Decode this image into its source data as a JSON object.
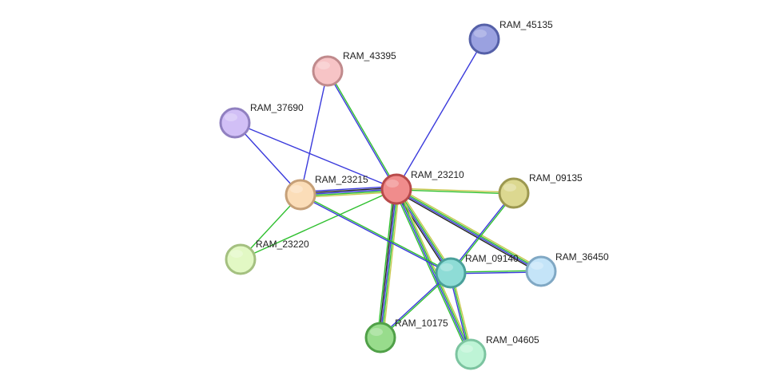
{
  "nodes": [
    {
      "id": "RAM_23210",
      "label": "RAM_23210",
      "color": "#f08c8c",
      "stroke": "#b84a4a"
    },
    {
      "id": "RAM_45135",
      "label": "RAM_45135",
      "color": "#9aa1e0",
      "stroke": "#5560a8"
    },
    {
      "id": "RAM_43395",
      "label": "RAM_43395",
      "color": "#f7c4c6",
      "stroke": "#c08a8c"
    },
    {
      "id": "RAM_37690",
      "label": "RAM_37690",
      "color": "#d1bff6",
      "stroke": "#9080c0"
    },
    {
      "id": "RAM_23215",
      "label": "RAM_23215",
      "color": "#fbddb8",
      "stroke": "#c6a078"
    },
    {
      "id": "RAM_09135",
      "label": "RAM_09135",
      "color": "#dcd890",
      "stroke": "#9c9850"
    },
    {
      "id": "RAM_23220",
      "label": "RAM_23220",
      "color": "#e2f8c4",
      "stroke": "#a4c080"
    },
    {
      "id": "RAM_09140",
      "label": "RAM_09140",
      "color": "#8edcd6",
      "stroke": "#4aa09a"
    },
    {
      "id": "RAM_36450",
      "label": "RAM_36450",
      "color": "#c4e4f8",
      "stroke": "#80a8c4"
    },
    {
      "id": "RAM_10175",
      "label": "RAM_10175",
      "color": "#98dc8c",
      "stroke": "#50a048"
    },
    {
      "id": "RAM_04605",
      "label": "RAM_04605",
      "color": "#bef4d6",
      "stroke": "#7cc4a0"
    }
  ],
  "edges": [
    {
      "source": "RAM_23210",
      "target": "RAM_45135",
      "colors": [
        "#3a3adc"
      ]
    },
    {
      "source": "RAM_23210",
      "target": "RAM_43395",
      "colors": [
        "#3a3adc",
        "#30c030"
      ]
    },
    {
      "source": "RAM_23210",
      "target": "RAM_37690",
      "colors": [
        "#3a3adc"
      ]
    },
    {
      "source": "RAM_23210",
      "target": "RAM_23215",
      "colors": [
        "#c8c850",
        "#30c030",
        "#3a3adc",
        "#222222",
        "#3a3adc"
      ]
    },
    {
      "source": "RAM_23210",
      "target": "RAM_09135",
      "colors": [
        "#c8c850",
        "#30c030"
      ]
    },
    {
      "source": "RAM_23210",
      "target": "RAM_23220",
      "colors": [
        "#30c030"
      ]
    },
    {
      "source": "RAM_23210",
      "target": "RAM_09140",
      "colors": [
        "#c8c850",
        "#30c030",
        "#3a3adc",
        "#222222"
      ]
    },
    {
      "source": "RAM_23210",
      "target": "RAM_36450",
      "colors": [
        "#c8c850",
        "#30c030",
        "#3a3adc",
        "#222222"
      ]
    },
    {
      "source": "RAM_23210",
      "target": "RAM_10175",
      "colors": [
        "#c8c850",
        "#30c030",
        "#3a3adc",
        "#222222",
        "#30c030"
      ]
    },
    {
      "source": "RAM_23210",
      "target": "RAM_04605",
      "colors": [
        "#c8c850",
        "#30c030",
        "#3a3adc",
        "#30c030"
      ]
    },
    {
      "source": "RAM_43395",
      "target": "RAM_23215",
      "colors": [
        "#3a3adc"
      ]
    },
    {
      "source": "RAM_37690",
      "target": "RAM_23215",
      "colors": [
        "#3a3adc"
      ]
    },
    {
      "source": "RAM_23215",
      "target": "RAM_23220",
      "colors": [
        "#30c030"
      ]
    },
    {
      "source": "RAM_23215",
      "target": "RAM_09140",
      "colors": [
        "#30c030",
        "#3a3adc"
      ]
    },
    {
      "source": "RAM_09135",
      "target": "RAM_09140",
      "colors": [
        "#30c030",
        "#3a3adc"
      ]
    },
    {
      "source": "RAM_09140",
      "target": "RAM_36450",
      "colors": [
        "#30c030",
        "#3a3adc"
      ]
    },
    {
      "source": "RAM_09140",
      "target": "RAM_10175",
      "colors": [
        "#30c030",
        "#3a3adc"
      ]
    },
    {
      "source": "RAM_09140",
      "target": "RAM_04605",
      "colors": [
        "#c8c850",
        "#30c030",
        "#3a3adc"
      ]
    }
  ]
}
